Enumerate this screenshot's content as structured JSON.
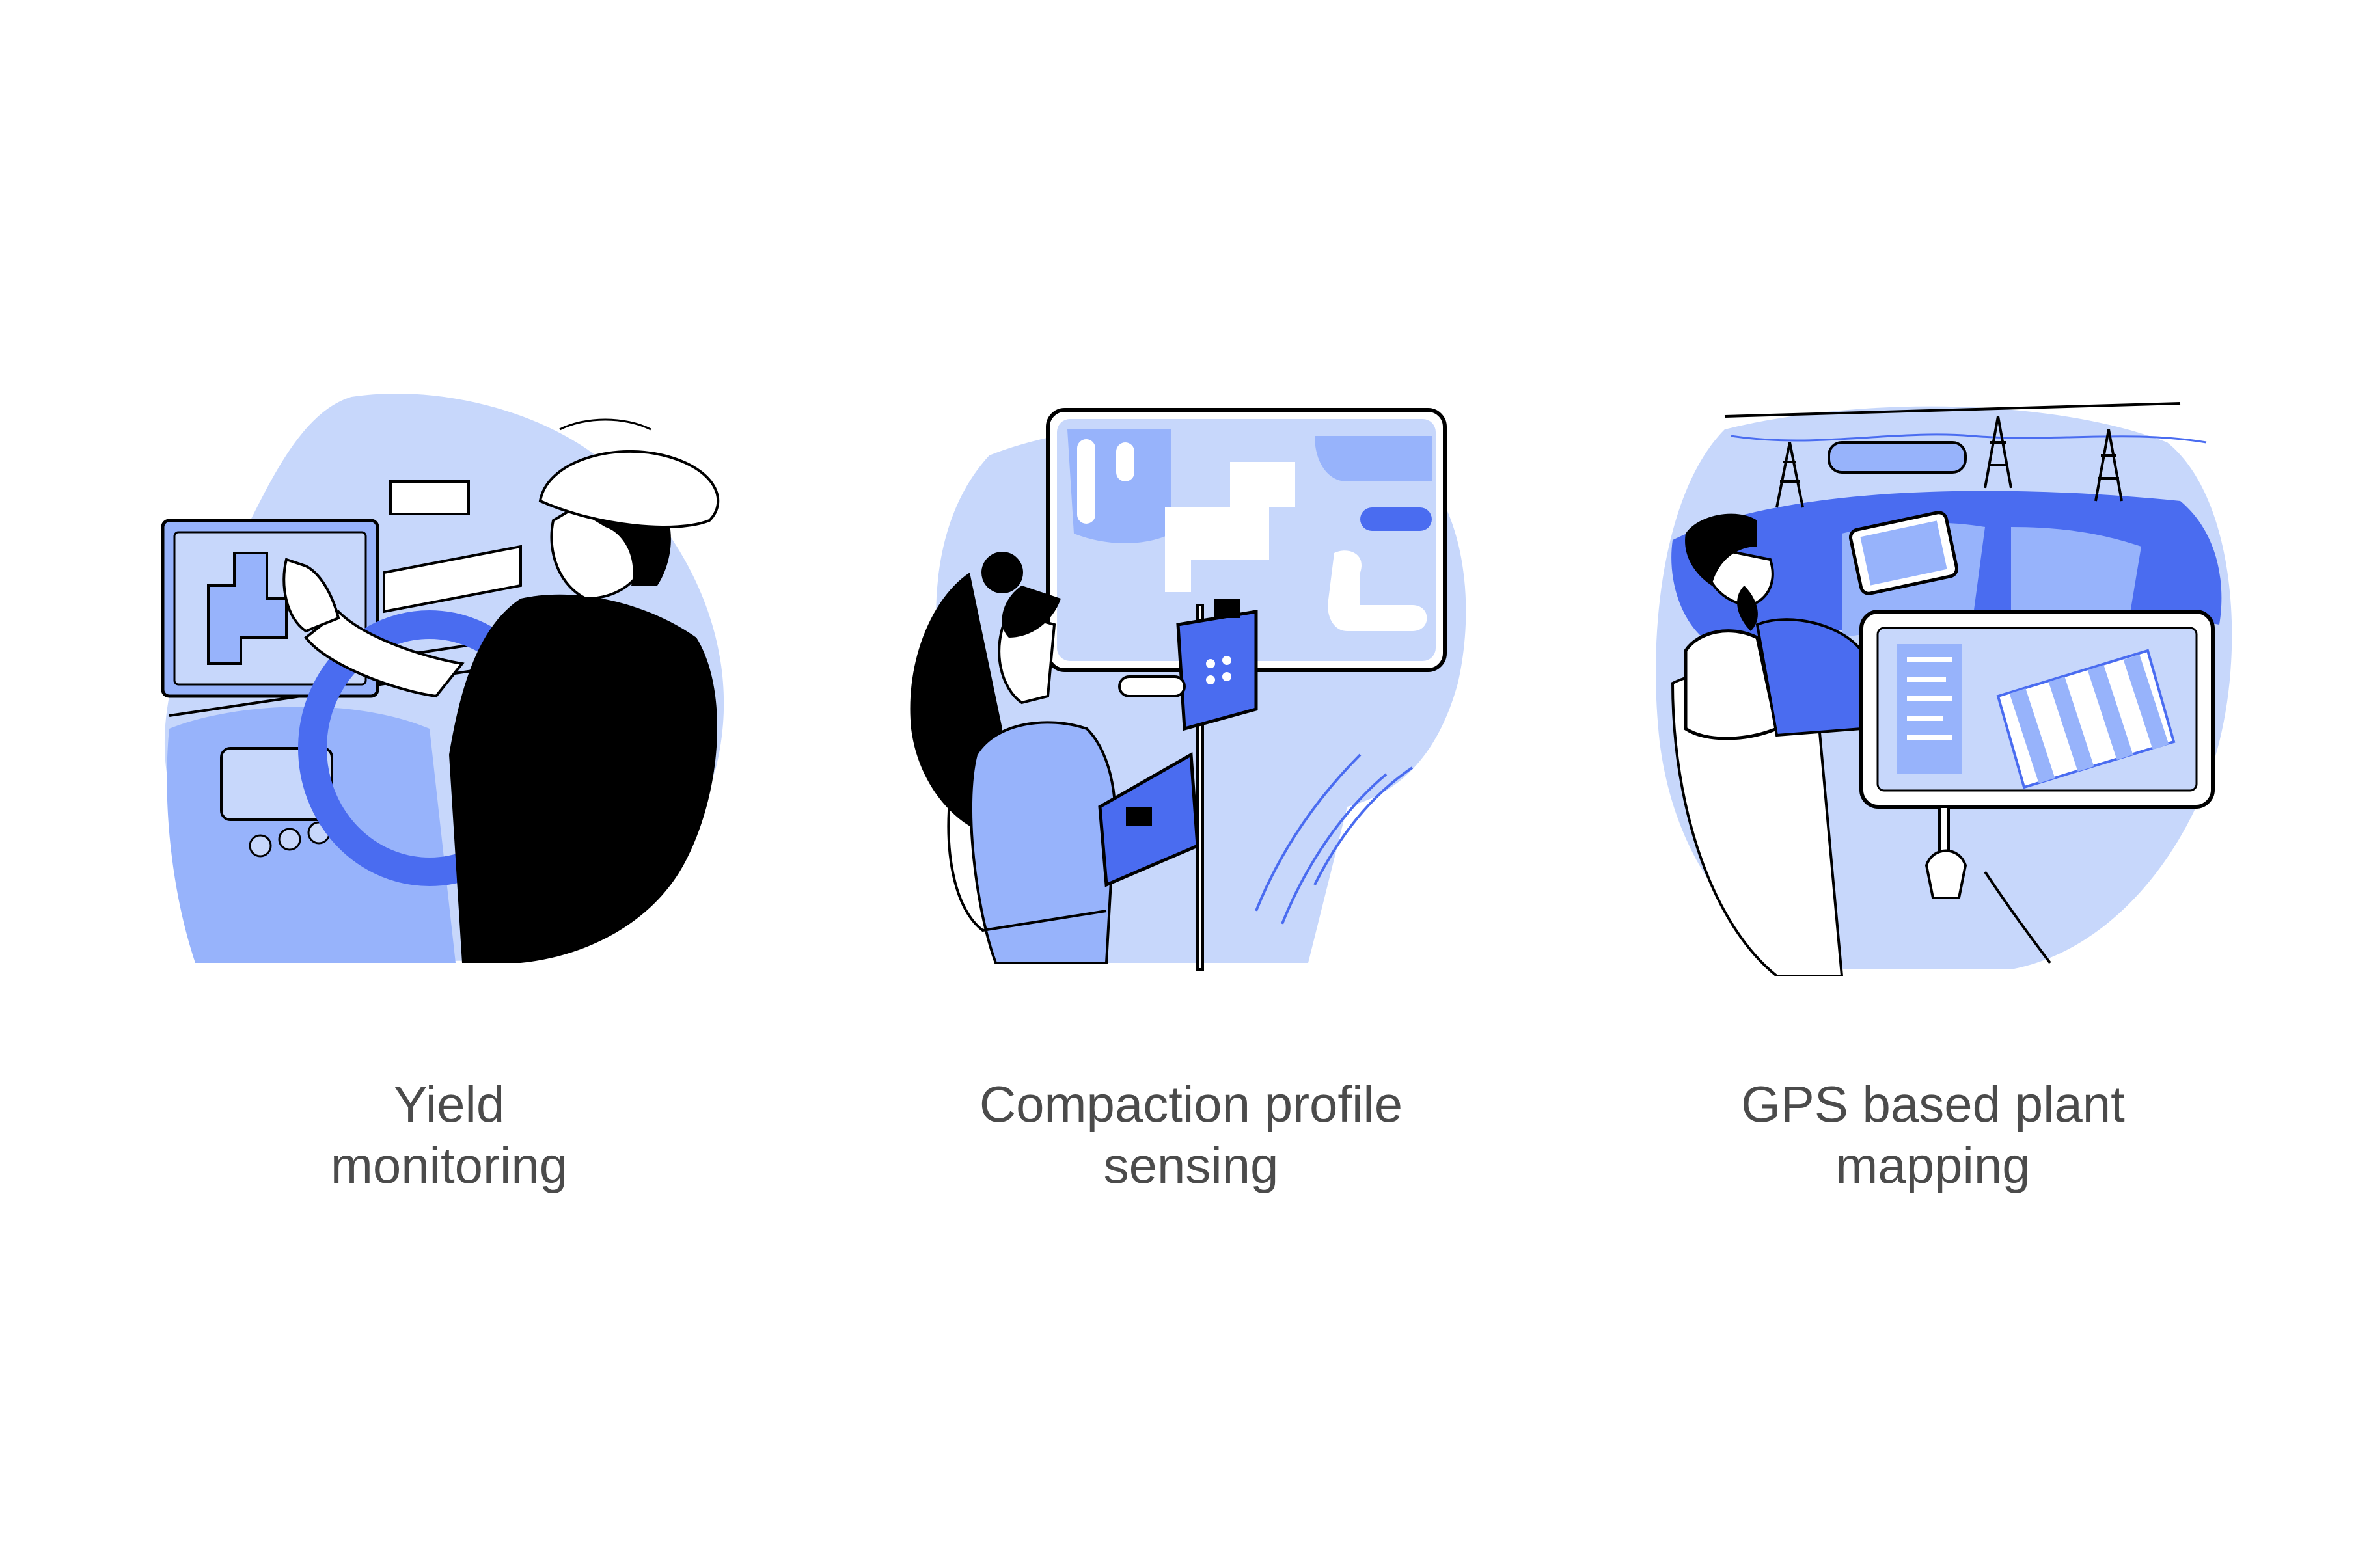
{
  "colors": {
    "light_blue": "#c7d7fb",
    "mid_blue": "#97b3fb",
    "royal_blue": "#4a6cf0",
    "ink": "#000000",
    "caption": "#4b4b4b"
  },
  "panels": [
    {
      "icon": "yield-monitoring-illustration",
      "caption_lines": [
        "Yield",
        "monitoring"
      ]
    },
    {
      "icon": "compaction-sensing-illustration",
      "caption_lines": [
        "Compaction profile",
        "sensing"
      ]
    },
    {
      "icon": "gps-plant-mapping-illustration",
      "caption_lines": [
        "GPS based plant",
        "mapping"
      ]
    }
  ]
}
